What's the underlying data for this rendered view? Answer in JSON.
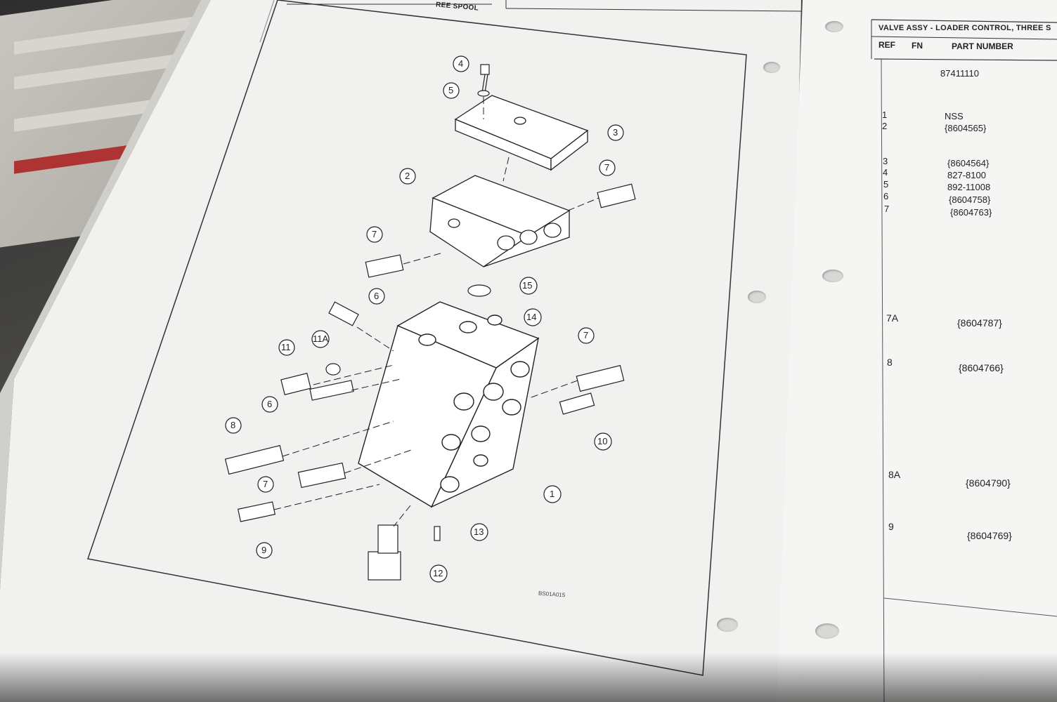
{
  "left_page": {
    "header_text": "REE SPOOL",
    "figure_id": "BS01A015",
    "callouts": [
      "4",
      "5",
      "3",
      "2",
      "7",
      "7",
      "15",
      "6",
      "14",
      "11A",
      "11",
      "7",
      "6",
      "8",
      "10",
      "7",
      "1",
      "9",
      "13",
      "12"
    ]
  },
  "right_page": {
    "header_title": "VALVE ASSY  - LOADER CONTROL, THREE S",
    "columns": {
      "ref": "REF",
      "fn": "FN",
      "part": "PART NUMBER"
    },
    "assembly_part": "87411110",
    "rows": [
      {
        "ref": "1",
        "part": "NSS"
      },
      {
        "ref": "2",
        "part": "{8604565}"
      },
      {
        "ref": "3",
        "part": "{8604564}"
      },
      {
        "ref": "4",
        "part": "827-8100"
      },
      {
        "ref": "5",
        "part": "892-11008"
      },
      {
        "ref": "6",
        "part": "{8604758}"
      },
      {
        "ref": "7",
        "part": "{8604763}"
      },
      {
        "ref": "7A",
        "part": "{8604787}"
      },
      {
        "ref": "8",
        "part": "{8604766}"
      },
      {
        "ref": "8A",
        "part": "{8604790}"
      },
      {
        "ref": "9",
        "part": "{8604769}"
      }
    ]
  }
}
